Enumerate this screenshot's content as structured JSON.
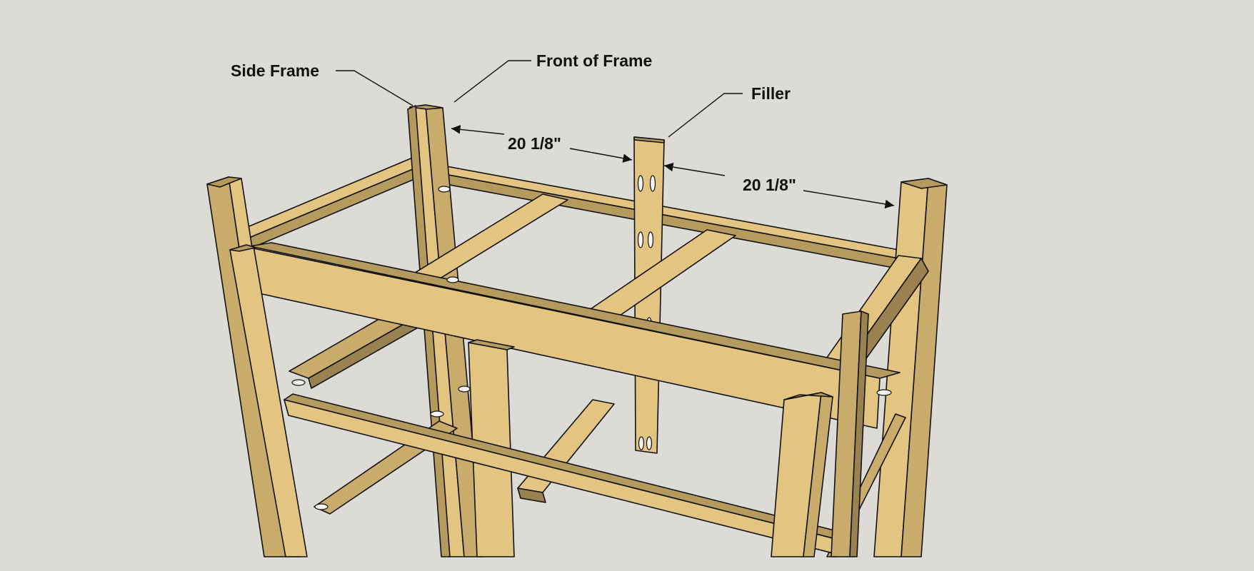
{
  "labels": {
    "side_frame": "Side Frame",
    "front_of_frame": "Front of Frame",
    "filler": "Filler"
  },
  "dimensions": {
    "left_gap": "20 1/8\"",
    "right_gap": "20 1/8\""
  },
  "colors": {
    "background": "#dddbd5",
    "wood_face": "#e3c481",
    "wood_side": "#b59a5e",
    "wood_dark": "#9a8250",
    "outline": "#111111",
    "pocket_hole": "#f2f2ee"
  }
}
